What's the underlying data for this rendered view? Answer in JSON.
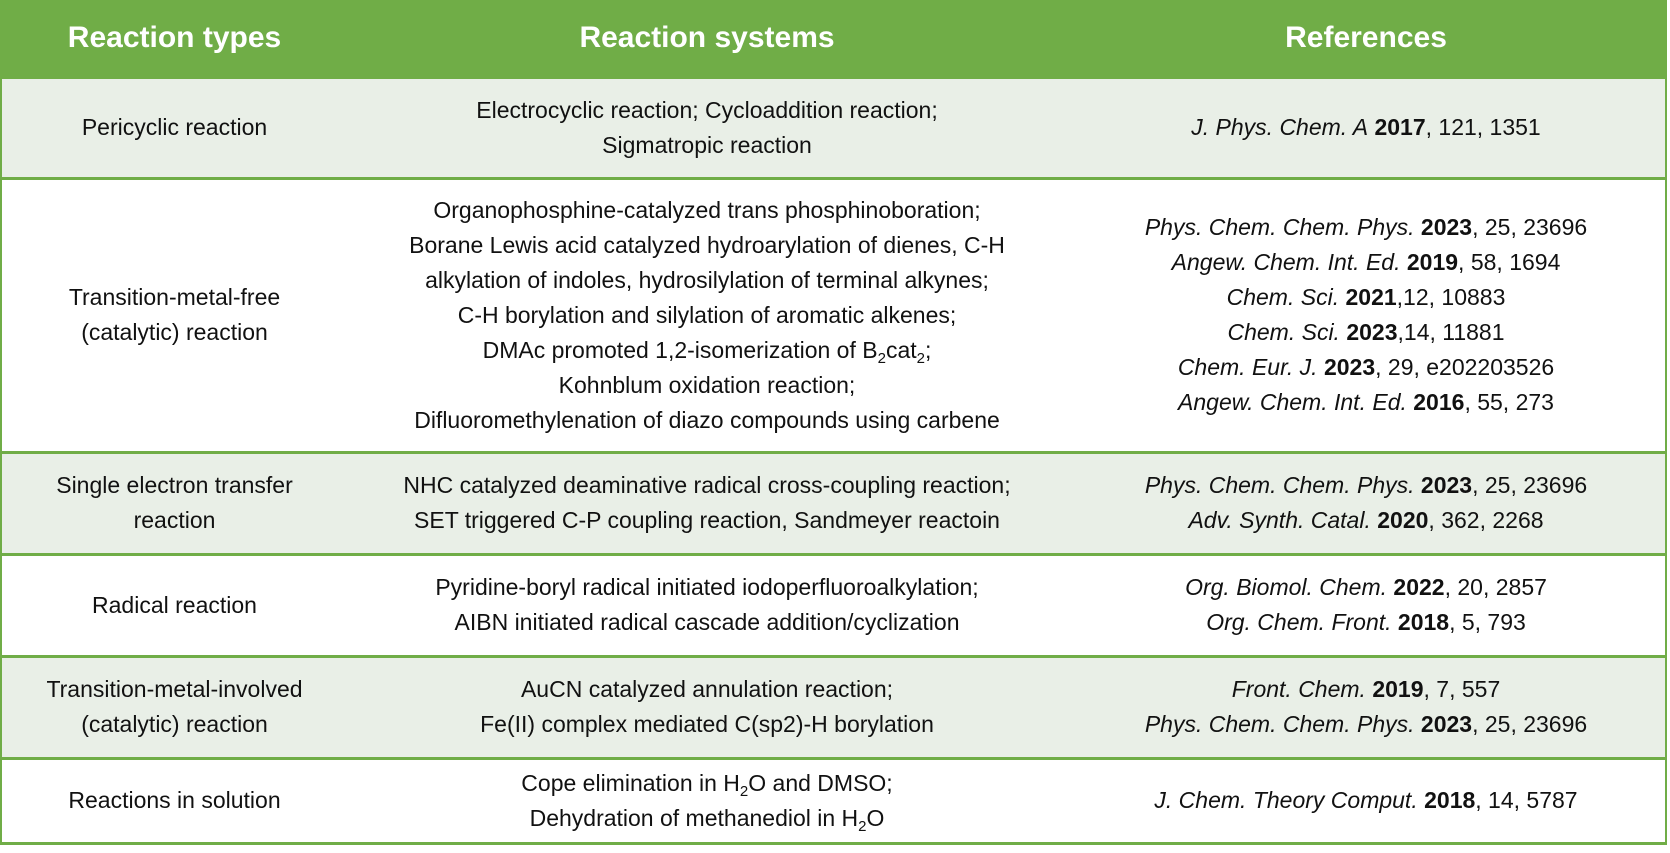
{
  "table": {
    "header_color": "#70ad47",
    "shaded_row_color": "#e9efe7",
    "columns": [
      "Reaction types",
      "Reaction systems",
      "References"
    ],
    "rows": [
      {
        "type": [
          "Pericyclic reaction"
        ],
        "systems": [
          [
            "Electrocyclic reaction; Cycloaddition reaction;"
          ],
          [
            "Sigmatropic reaction"
          ]
        ],
        "references": [
          {
            "journal": "J. Phys. Chem. A",
            "year": "2017",
            "rest": ", 121, 1351"
          }
        ]
      },
      {
        "type": [
          "Transition-metal-free",
          "(catalytic) reaction"
        ],
        "systems": [
          [
            "Organophosphine-catalyzed trans phosphinoboration;"
          ],
          [
            "Borane Lewis acid catalyzed hydroarylation of dienes, C-H"
          ],
          [
            "alkylation of indoles, hydrosilylation of terminal alkynes;"
          ],
          [
            "C-H borylation and silylation of aromatic alkenes;"
          ],
          [
            "DMAc promoted 1,2-isomerization of B",
            "2",
            "cat",
            "2",
            ";"
          ],
          [
            "Kohnblum oxidation reaction;"
          ],
          [
            "Difluoromethylenation of diazo compounds using carbene"
          ]
        ],
        "references": [
          {
            "journal": "Phys. Chem. Chem. Phys.",
            "year": "2023",
            "rest": ", 25, 23696"
          },
          {
            "journal": "Angew. Chem. Int. Ed.",
            "year": "2019",
            "rest": ", 58, 1694"
          },
          {
            "journal": "Chem. Sci.",
            "year": "2021",
            "rest": ",12, 10883"
          },
          {
            "journal": "Chem. Sci.",
            "year": "2023",
            "rest": ",14, 11881"
          },
          {
            "journal": "Chem. Eur. J.",
            "year": "2023",
            "rest": ", 29, e202203526"
          },
          {
            "journal": "Angew. Chem. Int. Ed.",
            "year": "2016",
            "rest": ", 55, 273"
          }
        ]
      },
      {
        "type": [
          "Single electron transfer",
          "reaction"
        ],
        "systems": [
          [
            "NHC catalyzed deaminative radical cross-coupling reaction;"
          ],
          [
            "SET triggered C-P coupling reaction, Sandmeyer reactoin"
          ]
        ],
        "references": [
          {
            "journal": "Phys. Chem. Chem. Phys.",
            "year": "2023",
            "rest": ", 25, 23696"
          },
          {
            "journal": "Adv. Synth. Catal.",
            "year": "2020",
            "rest": ", 362, 2268"
          }
        ]
      },
      {
        "type": [
          "Radical reaction"
        ],
        "systems": [
          [
            "Pyridine-boryl radical initiated iodoperfluoroalkylation;"
          ],
          [
            "AIBN initiated radical cascade addition/cyclization"
          ]
        ],
        "references": [
          {
            "journal": "Org. Biomol. Chem.",
            "year": "2022",
            "rest": ", 20, 2857"
          },
          {
            "journal": "Org. Chem. Front.",
            "year": "2018",
            "rest": ", 5, 793"
          }
        ]
      },
      {
        "type": [
          "Transition-metal-involved",
          "(catalytic) reaction"
        ],
        "systems": [
          [
            "AuCN catalyzed annulation reaction;"
          ],
          [
            "Fe(II) complex mediated C(sp2)-H borylation"
          ]
        ],
        "references": [
          {
            "journal": "Front. Chem.",
            "year": "2019",
            "rest": ", 7, 557"
          },
          {
            "journal": "Phys. Chem. Chem. Phys.",
            "year": "2023",
            "rest": ", 25, 23696"
          }
        ]
      },
      {
        "type": [
          "Reactions in solution"
        ],
        "systems": [
          [
            "Cope elimination in H",
            "2",
            "O and DMSO;"
          ],
          [
            "Dehydration of methanediol in H",
            "2",
            "O"
          ]
        ],
        "references": [
          {
            "journal": "J. Chem. Theory Comput.",
            "year": "2018",
            "rest": ", 14, 5787"
          }
        ]
      }
    ]
  }
}
